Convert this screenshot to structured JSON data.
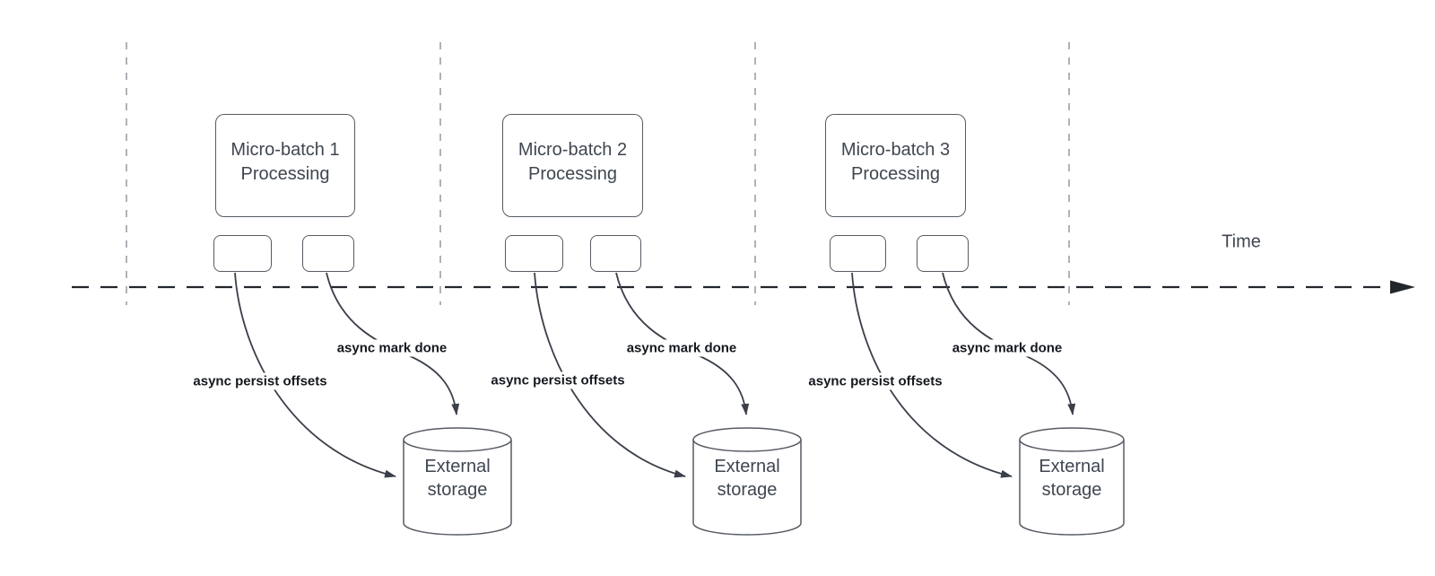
{
  "colors": {
    "background": "#ffffff",
    "box_fill": "#ffffff",
    "box_stroke": "#565b63",
    "text": "#3f4650",
    "label_text": "#14181f",
    "arrow": "#3a3f49",
    "timeline": "#23262c",
    "guide": "#9aa0a6"
  },
  "timeline": {
    "label": "Time"
  },
  "batches": [
    {
      "title_line1": "Micro-batch 1",
      "title_line2": "Processing",
      "persist_label": "async persist offsets",
      "done_label": "async mark done",
      "storage_line1": "External",
      "storage_line2": "storage"
    },
    {
      "title_line1": "Micro-batch 2",
      "title_line2": "Processing",
      "persist_label": "async persist offsets",
      "done_label": "async mark done",
      "storage_line1": "External",
      "storage_line2": "storage"
    },
    {
      "title_line1": "Micro-batch 3",
      "title_line2": "Processing",
      "persist_label": "async persist offsets",
      "done_label": "async mark done",
      "storage_line1": "External",
      "storage_line2": "storage"
    }
  ]
}
